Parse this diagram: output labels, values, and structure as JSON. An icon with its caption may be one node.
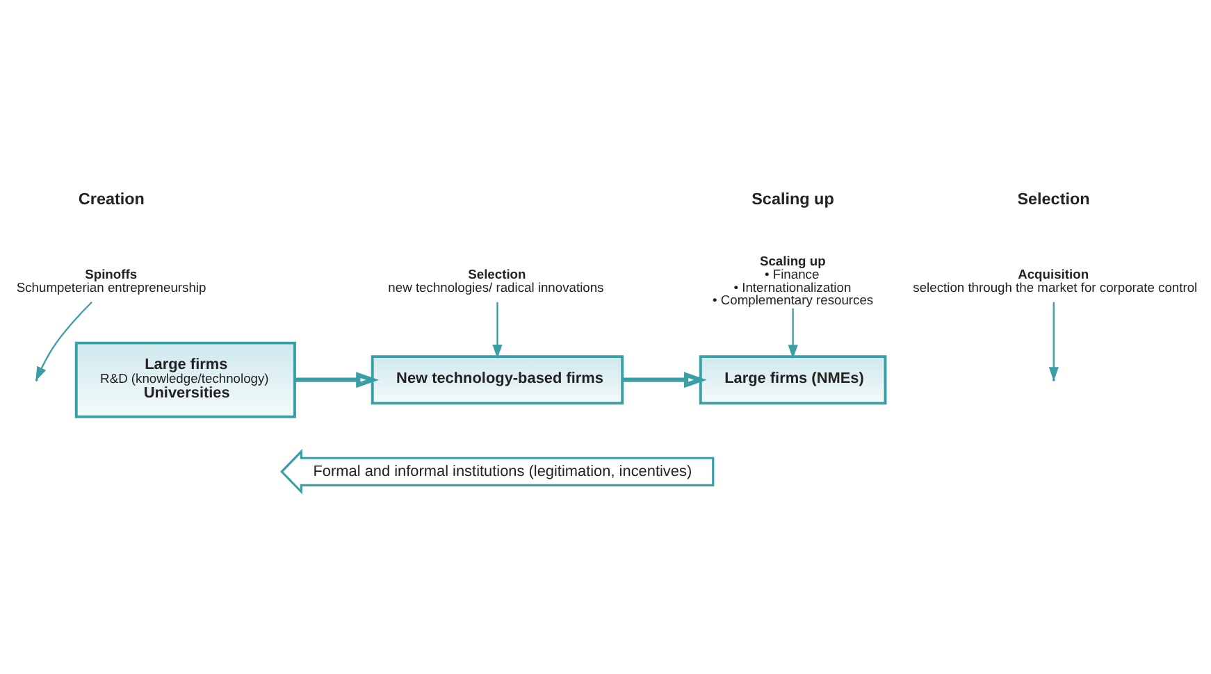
{
  "diagram": {
    "nodes": [
      {
        "text": [
          "Large firms",
          "R&D (knowledge/technology)",
          "Universities"
        ]
      },
      {
        "text": [
          "New technology-based firms"
        ]
      },
      {
        "text": [
          "Large firms (NMEs)"
        ]
      },
      {
        "text": [
          "Spinoffs",
          "Schumpeterian entrepreneurship"
        ]
      },
      {
        "text": [
          "Selection",
          "new technologies/ radical innovations"
        ]
      },
      {
        "text": [
          "Acquisition",
          "selection through the market for corporate control"
        ]
      },
      {
        "text": [
          "Scaling up",
          "• Finance",
          "• Internationalization",
          "• Complementary resources"
        ]
      },
      {
        "text": [
          "Formal and informal institutions (legitimation, incentives)"
        ]
      }
    ],
    "edges": [
      {
        "from": 0,
        "to": 1,
        "arrow": "to",
        "style": "thick"
      },
      {
        "from": 1,
        "to": 2,
        "arrow": "to",
        "style": "thick"
      },
      {
        "from": 3,
        "to": null,
        "arrow": "to"
      },
      {
        "from": 4,
        "to": 1,
        "arrow": "to"
      },
      {
        "from": 5,
        "to": null,
        "arrow": "to"
      },
      {
        "from": 6,
        "to": 2,
        "arrow": "to"
      }
    ],
    "labels": [
      "Creation",
      "Selection",
      "Scaling up"
    ]
  }
}
